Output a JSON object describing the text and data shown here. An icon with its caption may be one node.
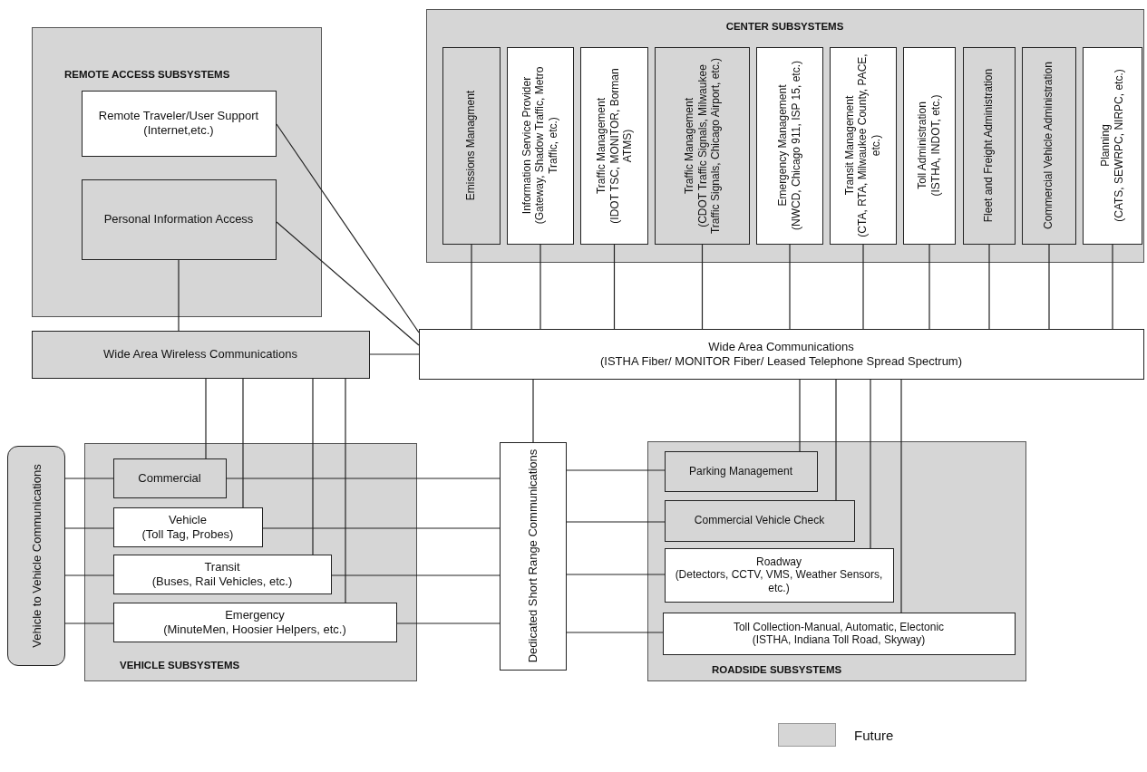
{
  "diagram": {
    "nodes": [
      {
        "text": [
          "REMOTE ACCESS SUBSYSTEMS"
        ]
      },
      {
        "text": [
          "Remote Traveler/User Support",
          "(Internet,etc.)"
        ],
        "in": 0
      },
      {
        "text": [
          "Personal Information Access"
        ],
        "in": 0
      },
      {
        "text": [
          "Wide Area Wireless Communications"
        ]
      },
      {
        "text": [
          "CENTER SUBSYSTEMS"
        ]
      },
      {
        "text": [
          "Emissions Managment"
        ],
        "in": 4
      },
      {
        "text": [
          "Information Service Provider",
          "(Gateway, Shadow Traffic, Metro Traffic, etc.)"
        ],
        "in": 4
      },
      {
        "text": [
          "Traffic Management",
          "(IDOT TSC, MONITOR, Borman ATMS)"
        ],
        "in": 4
      },
      {
        "text": [
          "Traffic Management",
          "(CDOT Traffic Signals, Milwaukee Traffic Signals, Chicago Airport, etc.)"
        ],
        "in": 4
      },
      {
        "text": [
          "Emergency Management",
          "(NWCD, Chicago 911, ISP 15, etc.)"
        ],
        "in": 4
      },
      {
        "text": [
          "Transit Management",
          "(CTA, RTA, Milwaukee County, PACE, etc.)"
        ],
        "in": 4
      },
      {
        "text": [
          "Toll Administration",
          "(ISTHA, INDOT, etc.)"
        ],
        "in": 4
      },
      {
        "text": [
          "Fleet and Freight Administration"
        ],
        "in": 4
      },
      {
        "text": [
          "Commercial Vehicle Administration"
        ],
        "in": 4
      },
      {
        "text": [
          "Planning",
          "(CATS, SEWRPC, NIRPC, etc.)"
        ],
        "in": 4
      },
      {
        "text": [
          "Wide Area Communications",
          "(ISTHA Fiber/ MONITOR Fiber/ Leased Telephone Spread Spectrum)"
        ]
      },
      {
        "text": [
          "Vehicle to Vehicle Communications"
        ]
      },
      {
        "text": [
          "VEHICLE SUBSYSTEMS"
        ]
      },
      {
        "text": [
          "Commercial"
        ],
        "in": 17
      },
      {
        "text": [
          "Vehicle",
          "(Toll Tag, Probes)"
        ],
        "in": 17
      },
      {
        "text": [
          "Transit",
          "(Buses, Rail Vehicles, etc.)"
        ],
        "in": 17
      },
      {
        "text": [
          "Emergency",
          "(MinuteMen, Hoosier Helpers, etc.)"
        ],
        "in": 17
      },
      {
        "text": [
          "Dedicated Short Range Communications"
        ]
      },
      {
        "text": [
          "ROADSIDE SUBSYSTEMS"
        ]
      },
      {
        "text": [
          "Parking Management"
        ],
        "in": 23
      },
      {
        "text": [
          "Commercial Vehicle Check"
        ],
        "in": 23
      },
      {
        "text": [
          "Roadway",
          "(Detectors, CCTV, VMS, Weather Sensors, etc.)"
        ],
        "in": 23
      },
      {
        "text": [
          "Toll Collection-Manual, Automatic, Electonic",
          "(ISTHA, Indiana Toll Road, Skyway)"
        ],
        "in": 23
      }
    ],
    "edges": [
      {
        "from": 1,
        "to": 15,
        "arrow": "none"
      },
      {
        "from": 2,
        "to": 15,
        "arrow": "none"
      },
      {
        "from": 2,
        "to": 3,
        "arrow": "none"
      },
      {
        "from": 3,
        "to": 15,
        "arrow": "none"
      },
      {
        "from": 5,
        "to": 15,
        "arrow": "none"
      },
      {
        "from": 6,
        "to": 15,
        "arrow": "none"
      },
      {
        "from": 7,
        "to": 15,
        "arrow": "none"
      },
      {
        "from": 8,
        "to": 15,
        "arrow": "none"
      },
      {
        "from": 9,
        "to": 15,
        "arrow": "none"
      },
      {
        "from": 10,
        "to": 15,
        "arrow": "none"
      },
      {
        "from": 11,
        "to": 15,
        "arrow": "none"
      },
      {
        "from": 12,
        "to": 15,
        "arrow": "none"
      },
      {
        "from": 13,
        "to": 15,
        "arrow": "none"
      },
      {
        "from": 14,
        "to": 15,
        "arrow": "none"
      },
      {
        "from": 3,
        "to": 18,
        "arrow": "none"
      },
      {
        "from": 3,
        "to": 19,
        "arrow": "none"
      },
      {
        "from": 3,
        "to": 20,
        "arrow": "none"
      },
      {
        "from": 3,
        "to": 21,
        "arrow": "none"
      },
      {
        "from": 15,
        "to": 22,
        "arrow": "none"
      },
      {
        "from": 15,
        "to": 24,
        "arrow": "none"
      },
      {
        "from": 15,
        "to": 25,
        "arrow": "none"
      },
      {
        "from": 15,
        "to": 26,
        "arrow": "none"
      },
      {
        "from": 15,
        "to": 27,
        "arrow": "none"
      },
      {
        "from": 16,
        "to": 18,
        "arrow": "none"
      },
      {
        "from": 16,
        "to": 19,
        "arrow": "none"
      },
      {
        "from": 16,
        "to": 20,
        "arrow": "none"
      },
      {
        "from": 16,
        "to": 21,
        "arrow": "none"
      },
      {
        "from": 18,
        "to": 22,
        "arrow": "none"
      },
      {
        "from": 19,
        "to": 22,
        "arrow": "none"
      },
      {
        "from": 20,
        "to": 22,
        "arrow": "none"
      },
      {
        "from": 21,
        "to": 22,
        "arrow": "none"
      },
      {
        "from": 22,
        "to": 24,
        "arrow": "none"
      },
      {
        "from": 22,
        "to": 25,
        "arrow": "none"
      },
      {
        "from": 22,
        "to": 26,
        "arrow": "none"
      },
      {
        "from": 22,
        "to": 27,
        "arrow": "none"
      }
    ],
    "legend": [
      {
        "text": "Future",
        "color": "#d6d6d6"
      }
    ]
  }
}
